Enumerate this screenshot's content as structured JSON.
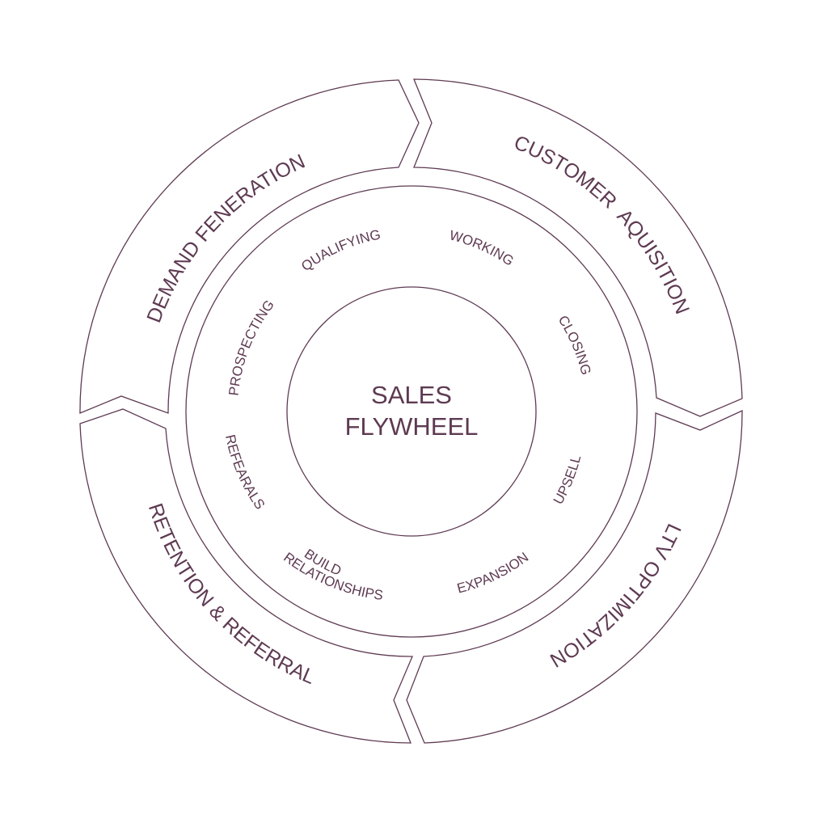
{
  "colors": {
    "line": "#5e3a52",
    "text": "#5e3a52",
    "background": "#ffffff"
  },
  "center": {
    "line1": "SALES",
    "line2": "FLYWHEEL"
  },
  "outer_segments": [
    {
      "label": "DEMAND FENERATION"
    },
    {
      "label": "CUSTOMER  AQUISITION"
    },
    {
      "label": "LTV OPTIMIZATION"
    },
    {
      "label": "RETENTION & REFERRAL"
    }
  ],
  "inner_stages": [
    {
      "label": "PROSPECTING"
    },
    {
      "label": "QUALIFYING"
    },
    {
      "label": "WORKING"
    },
    {
      "label": "CLOSING"
    },
    {
      "label": "UPSELL"
    },
    {
      "label": "EXPANSION"
    },
    {
      "label": "BUILD"
    },
    {
      "label": "RELATIONSHIPS"
    },
    {
      "label": "REFEARALS"
    }
  ]
}
